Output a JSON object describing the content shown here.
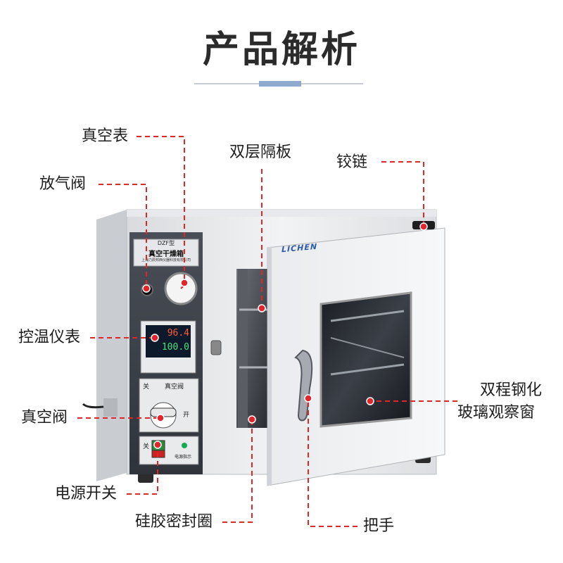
{
  "page": {
    "title": "产品解析"
  },
  "device": {
    "brand": "LICHEN",
    "model": "DZF型",
    "name": "真空干燥箱",
    "maker": "上海力辰邦西仪器科技有限公司",
    "display_top": "96.4",
    "display_bottom": "100.0",
    "valve_label": "真空阀",
    "valve_close": "关",
    "valve_open": "开",
    "power_off": "关",
    "power_label": "电源指示"
  },
  "callouts": {
    "vacuum_gauge": "真空表",
    "vent_valve": "放气阀",
    "double_shelf": "双层隔板",
    "hinge": "铰链",
    "temp_controller": "控温仪表",
    "vacuum_valve": "真空阀",
    "power_switch": "电源开关",
    "silicone_seal": "硅胶密封圈",
    "handle": "把手",
    "glass_window_line1": "双程钢化",
    "glass_window_line2": "玻璃观察窗"
  },
  "colors": {
    "leader": "#e0262b",
    "title": "#2b2b2b",
    "accent": "#8fa9cf"
  }
}
